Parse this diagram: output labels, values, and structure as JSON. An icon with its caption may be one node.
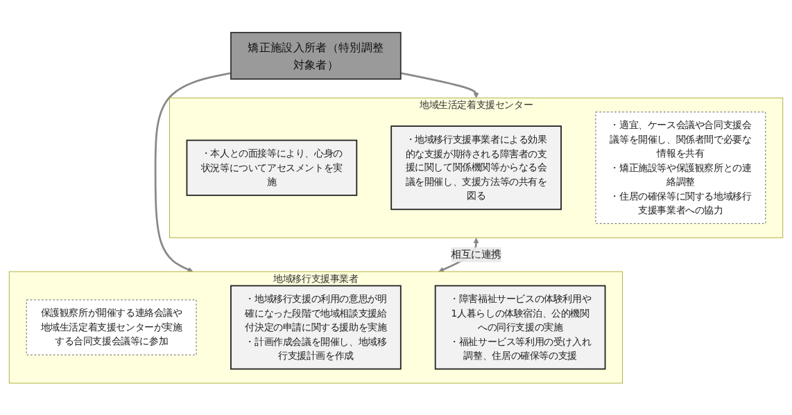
{
  "diagram": {
    "nodes": [
      {
        "text": [
          "矯正施設入所者（特別調整対象者）"
        ]
      },
      {
        "text": [
          "地域生活定着支援センター"
        ]
      },
      {
        "text": [
          "・本人との面接等により、心身の状況等についてアセスメントを実施"
        ],
        "in": 1
      },
      {
        "text": [
          "・地域移行支援事業者による効果的な支援が期待される障害者の支援に関して関係機関等からなる会議を開催し、支援方法等の共有を図る"
        ],
        "in": 1
      },
      {
        "text": [
          "・適宜、ケース会議や合同支援会議等を開催し、関係者間で必要な情報を共有",
          "・矯正施設等や保護観察所との連絡調整",
          "・住居の確保等に関する地域移行支援事業者への協力"
        ],
        "in": 1
      },
      {
        "text": [
          "地域移行支援事業者"
        ]
      },
      {
        "text": [
          "保護観察所が開催する連絡会議や地域生活定着支援センターが実施する合同支援会議等に参加"
        ],
        "in": 5
      },
      {
        "text": [
          "・地域移行支援の利用の意思が明確になった段階で地域相談支援給付決定の申請に関する援助を実施",
          "・計画作成会議を開催し、地域移行支援計画を作成"
        ],
        "in": 5
      },
      {
        "text": [
          "・障害福祉サービスの体験利用や1人暮らしの体験宿泊、公的機関への同行支援の実施",
          "・福祉サービス等利用の受け入れ調整、住居の確保等の支援"
        ],
        "in": 5
      }
    ],
    "edges": [
      {
        "from": 0,
        "to": 1,
        "arrow": "to"
      },
      {
        "from": 0,
        "to": 5,
        "arrow": "to"
      },
      {
        "from": 1,
        "to": 5,
        "label": "相互に連携",
        "arrow": "both"
      }
    ]
  }
}
